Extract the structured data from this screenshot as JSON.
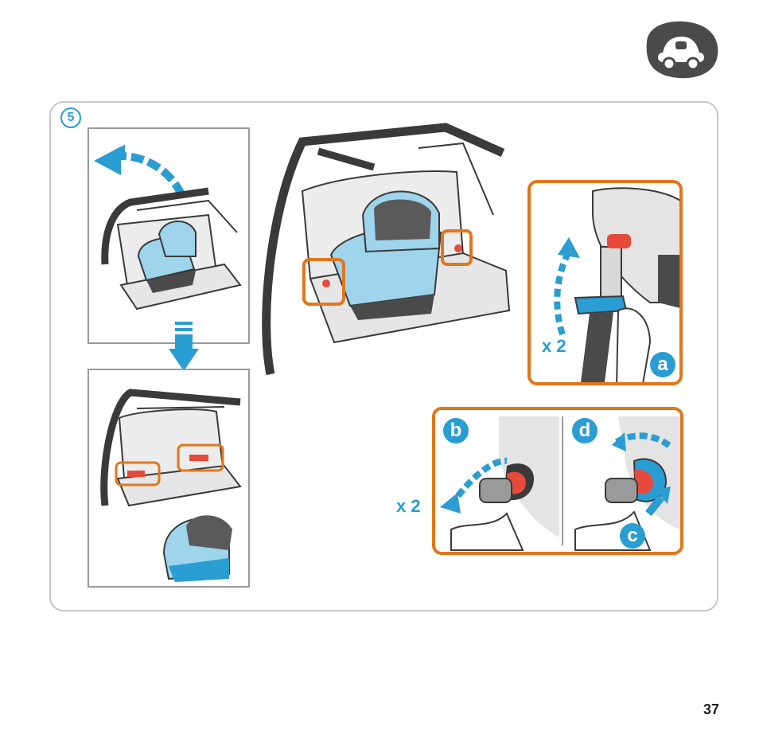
{
  "page": {
    "number": "37",
    "step_number": "5",
    "icon": "car-icon"
  },
  "detail_a": {
    "label": "a",
    "multiplier": "x 2"
  },
  "detail_b": {
    "label": "b",
    "multiplier": "x 2"
  },
  "detail_c": {
    "label": "c"
  },
  "detail_d": {
    "label": "d"
  },
  "colors": {
    "accent_blue": "#2a9dd3",
    "highlight_orange": "#e2761b",
    "carrycot_blue": "#9ed4ec",
    "dark_grey": "#3a3a3a",
    "red_clip": "#e64a3c"
  }
}
